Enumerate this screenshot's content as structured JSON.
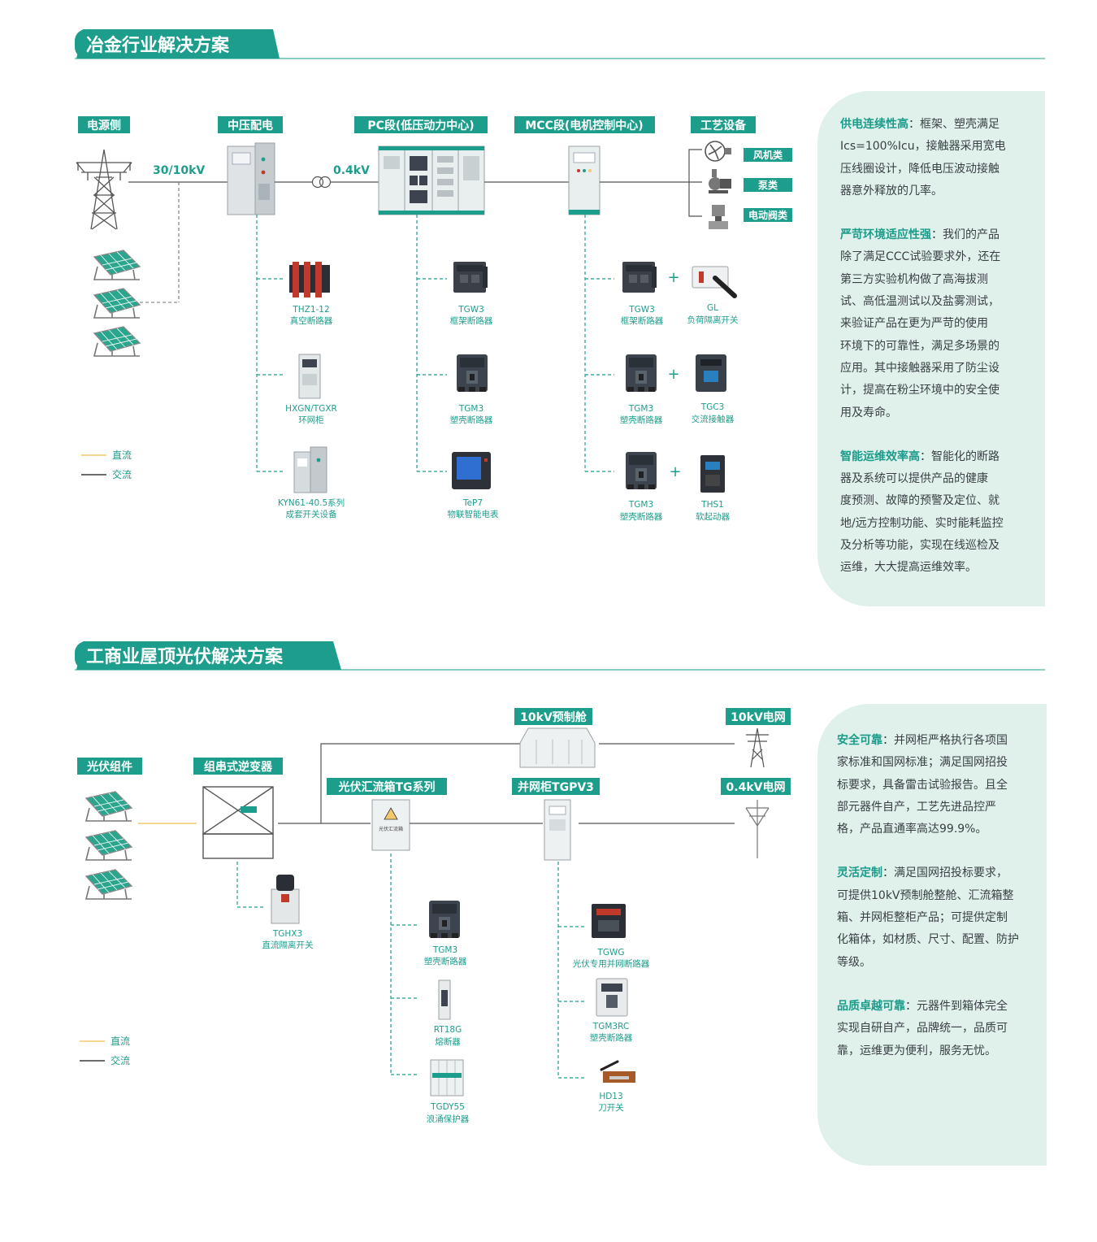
{
  "section1": {
    "title": "冶金行业解决方案",
    "stages": [
      "电源侧",
      "中压配电",
      "PC段(低压动力中心)",
      "MCC段(电机控制中心)",
      "工艺设备"
    ],
    "voltage_hv": "30/10kV",
    "voltage_lv": "0.4kV",
    "loads": [
      "风机类",
      "泵类",
      "电动阀类"
    ],
    "mv_products": [
      {
        "model": "THZ1-12",
        "name": "真空断路器"
      },
      {
        "model": "HXGN/TGXR",
        "name": "环网柜"
      },
      {
        "model": "KYN61-40.5系列",
        "name": "成套开关设备"
      }
    ],
    "pc_products": [
      {
        "model": "TGW3",
        "name": "框架断路器"
      },
      {
        "model": "TGM3",
        "name": "塑壳断路器"
      },
      {
        "model": "TeP7",
        "name": "物联智能电表"
      }
    ],
    "mcc_products": [
      {
        "model": "TGW3",
        "name": "框架断路器",
        "plus_model": "GL",
        "plus_name": "负荷隔离开关"
      },
      {
        "model": "TGM3",
        "name": "塑壳断路器",
        "plus_model": "TGC3",
        "plus_name": "交流接触器"
      },
      {
        "model": "TGM3",
        "name": "塑壳断路器",
        "plus_model": "THS1",
        "plus_name": "软起动器"
      }
    ],
    "plus_sign": "+",
    "legend": {
      "dc": "直流",
      "ac": "交流"
    },
    "panel": [
      {
        "head": "供电连续性高",
        "lines": [
          "供电连续性高：框架、塑壳满足",
          "Ics=100%Icu，接触器采用宽电",
          "压线圈设计，降低电压波动接触",
          "器意外释放的几率。"
        ]
      },
      {
        "head": "严苛环境适应性强",
        "lines": [
          "严苛环境适应性强：我们的产品",
          "除了满足CCC试验要求外，还在",
          "第三方实验机构做了高海拔测",
          "试、高低温测试以及盐雾测试，",
          "来验证产品在更为严苛的使用",
          "环境下的可靠性，满足多场景的",
          "应用。其中接触器采用了防尘设",
          "计，提高在粉尘环境中的安全使",
          "用及寿命。"
        ]
      },
      {
        "head": "智能运维效率高",
        "lines": [
          "智能运维效率高：智能化的断路",
          "器及系统可以提供产品的健康",
          "度预测、故障的预警及定位、就",
          "地/远方控制功能、实时能耗监控",
          "及分析等功能，实现在线巡检及",
          "运维，大大提高运维效率。"
        ]
      }
    ]
  },
  "section2": {
    "title": "工商业屋顶光伏解决方案",
    "tags": {
      "pv": "光伏组件",
      "inverter": "组串式逆变器",
      "combiner": "光伏汇流箱TG系列",
      "prefab": "10kV预制舱",
      "grid_cabinet": "并网柜TGPV3",
      "grid10": "10kV电网",
      "grid04": "0.4kV电网"
    },
    "box_label": "光伏汇流箱",
    "inverter_products": [
      {
        "model": "TGHX3",
        "name": "直流隔离开关"
      }
    ],
    "combiner_products": [
      {
        "model": "TGM3",
        "name": "塑壳断路器"
      },
      {
        "model": "RT18G",
        "name": "熔断器"
      },
      {
        "model": "TGDY55",
        "name": "浪涌保护器"
      }
    ],
    "cabinet_products": [
      {
        "model": "TGWG",
        "name": "光伏专用并网断路器"
      },
      {
        "model": "TGM3RC",
        "name": "塑壳断路器"
      },
      {
        "model": "HD13",
        "name": "刀开关"
      }
    ],
    "legend": {
      "dc": "直流",
      "ac": "交流"
    },
    "panel": [
      {
        "head": "安全可靠",
        "lines": [
          "安全可靠：并网柜严格执行各项国",
          "家标准和国网标准；满足国网招投",
          "标要求，具备雷击试验报告。且全",
          "部元器件自产，工艺先进品控严",
          "格，产品直通率高达99.9%。"
        ]
      },
      {
        "head": "灵活定制",
        "lines": [
          "灵活定制：满足国网招投标要求，",
          "可提供10kV预制舱整舱、汇流箱整",
          "箱、并网柜整柜产品；可提供定制",
          "化箱体，如材质、尺寸、配置、防护",
          "等级。"
        ]
      },
      {
        "head": "品质卓越可靠",
        "lines": [
          "品质卓越可靠：元器件到箱体完全",
          "实现自研自产，品牌统一，品质可",
          "靠，运维更为便利，服务无忧。"
        ]
      }
    ]
  },
  "colors": {
    "accent": "#1d9e8c",
    "panel_bg": "#dff1ea",
    "dc_line": "#f2c86a",
    "ac_line": "#3a3a3a"
  }
}
